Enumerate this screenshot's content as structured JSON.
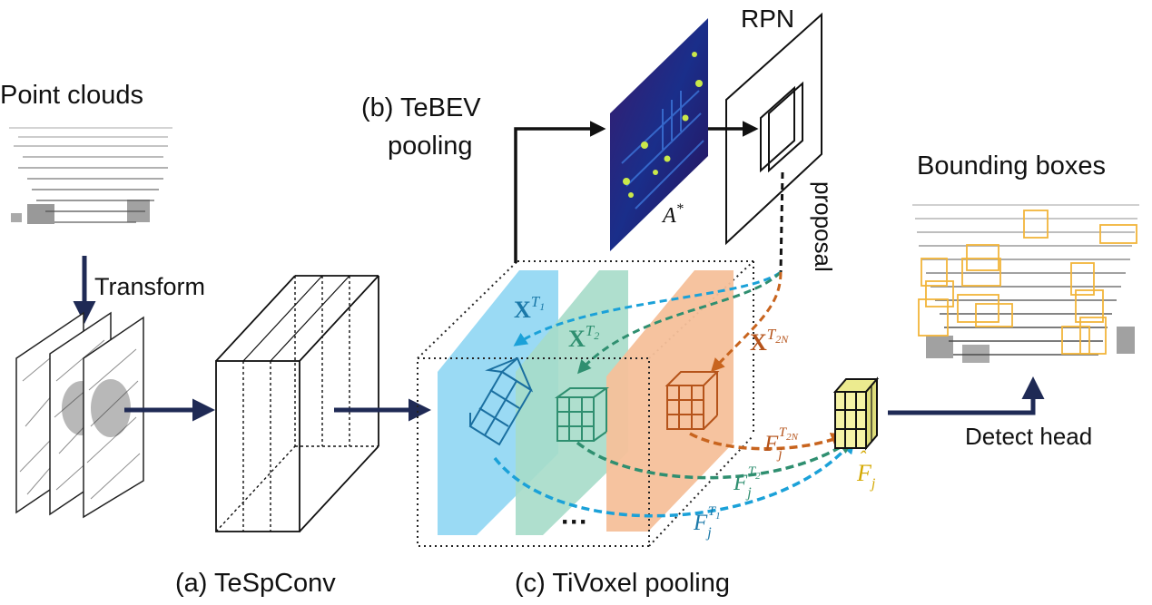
{
  "labels": {
    "point_clouds": "Point clouds",
    "transform": "Transform",
    "tespconv": "(a) TeSpConv",
    "tebev_line1": "(b) TeBEV",
    "tebev_line2": "pooling",
    "rpn": "RPN",
    "proposal": "proposal",
    "bounding_boxes": "Bounding boxes",
    "detect_head": "Detect head",
    "tivoxel": "(c) TiVoxel pooling",
    "ellipsis": "···"
  },
  "math": {
    "a_star_base": "A",
    "a_star_sup": "*",
    "x_base": "X",
    "x_t1_sup": "T",
    "x_t1_sub": "1",
    "x_t2_sup": "T",
    "x_t2_sub": "2",
    "x_t2n_sup": "T",
    "x_t2n_sub": "2N",
    "f_base": "F",
    "f_sub": "j",
    "f_hat": "ˆ",
    "f_t1_sup": "T",
    "f_t1_supsub": "1",
    "f_t2_sup": "T",
    "f_t2_supsub": "2",
    "f_t2n_sup": "T",
    "f_t2n_supsub": "2N"
  },
  "colors": {
    "blue": "#1ba1d8",
    "teal": "#2f8f70",
    "orange": "#c8641e",
    "gold": "#d4a800",
    "navy": "#1f2a55",
    "blue_plane": "#8fd6f3",
    "teal_plane": "#a6dcc9",
    "orange_plane": "#f6c09a",
    "yellow_voxel": "#f5f3a6",
    "box_orange": "#f2b53a"
  }
}
